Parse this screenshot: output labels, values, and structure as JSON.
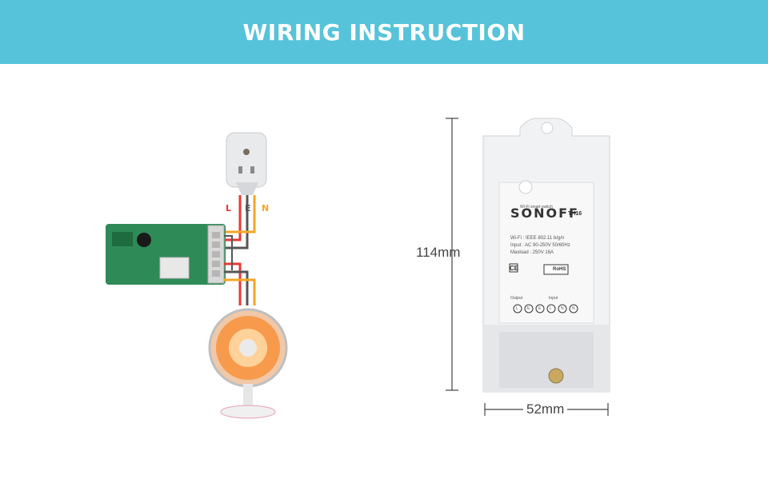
{
  "header": {
    "title": "WIRING INSTRUCTION"
  },
  "wiring": {
    "labels": [
      "L",
      "E",
      "N"
    ],
    "colors": {
      "live": "#e53935",
      "earth": "#555555",
      "neutral": "#f5a623"
    }
  },
  "device": {
    "tagline": "Wi-Fi smart switch",
    "brand": "SONOFF",
    "model": "TH16",
    "specs": [
      "Wi-Fi : IEEE 802.11 b/g/n",
      "Input : AC 90-250V 50/60Hz",
      "Maxload : 250V 16A"
    ],
    "certs": [
      "CE",
      "RoHS"
    ],
    "output_label": "Output",
    "input_label": "Input",
    "terminals": [
      "L",
      "E",
      "E",
      "L",
      "N",
      "N"
    ]
  },
  "dimensions": {
    "height": "114mm",
    "width": "52mm"
  }
}
